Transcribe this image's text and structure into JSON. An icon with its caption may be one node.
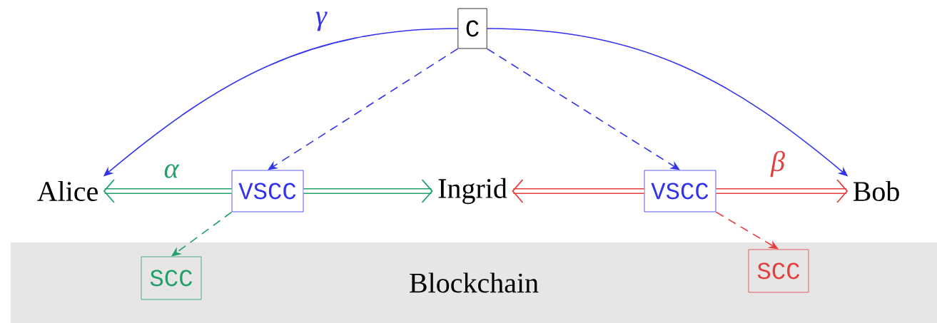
{
  "diagram": {
    "nodes": [
      {
        "text": [
          "C"
        ]
      },
      {
        "text": [
          "Alice"
        ]
      },
      {
        "text": [
          "VSCC"
        ]
      },
      {
        "text": [
          "Ingrid"
        ]
      },
      {
        "text": [
          "VSCC"
        ]
      },
      {
        "text": [
          "Bob"
        ]
      },
      {
        "text": [
          "Blockchain"
        ]
      },
      {
        "text": [
          "SCC"
        ],
        "in": 6
      },
      {
        "text": [
          "SCC"
        ],
        "in": 6
      }
    ],
    "edges": [
      {
        "from": 0,
        "to": 1,
        "arrow": "to",
        "label": "γ",
        "color": "#3333ee"
      },
      {
        "from": 0,
        "to": 5,
        "arrow": "to",
        "color": "#3333ee"
      },
      {
        "from": 0,
        "to": 2,
        "arrow": "to",
        "style": "dashed",
        "color": "#3333ee"
      },
      {
        "from": 0,
        "to": 4,
        "arrow": "to",
        "style": "dashed",
        "color": "#3333ee"
      },
      {
        "from": 2,
        "to": 1,
        "arrow": "to",
        "label": "α",
        "style": "thick",
        "color": "#22a06b"
      },
      {
        "from": 2,
        "to": 3,
        "arrow": "to",
        "style": "thick",
        "color": "#22a06b"
      },
      {
        "from": 2,
        "to": 7,
        "arrow": "to",
        "style": "dashed",
        "color": "#22a06b"
      },
      {
        "from": 4,
        "to": 3,
        "arrow": "to",
        "style": "thick",
        "color": "#e53e3e"
      },
      {
        "from": 4,
        "to": 5,
        "arrow": "to",
        "label": "β",
        "style": "thick",
        "color": "#e53e3e"
      },
      {
        "from": 4,
        "to": 8,
        "arrow": "to",
        "style": "dashed",
        "color": "#e53e3e"
      }
    ]
  }
}
